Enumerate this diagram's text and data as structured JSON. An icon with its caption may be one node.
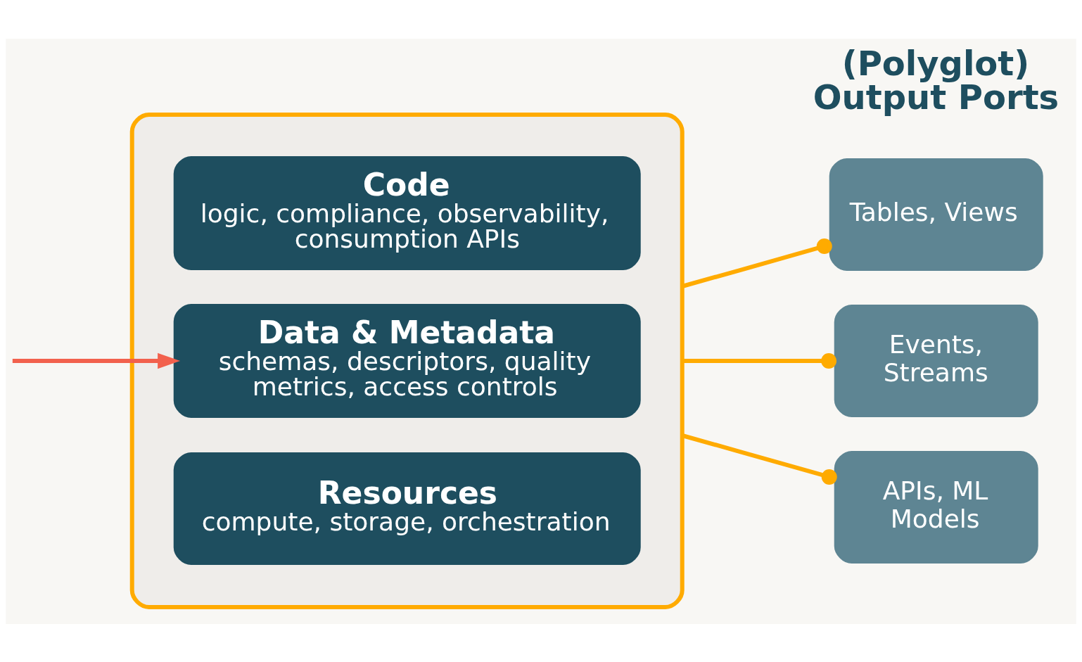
{
  "diagram": {
    "nodes": [
      {
        "text": [],
        "shape": "box"
      },
      {
        "text": [
          "Code",
          "logic, compliance, observability, consumption APIs"
        ],
        "in": 0
      },
      {
        "text": [
          "Data & Metadata",
          "schemas, descriptors, quality metrics, access controls"
        ],
        "in": 0
      },
      {
        "text": [
          "Resources",
          "compute, storage, orchestration"
        ],
        "in": 0
      },
      {
        "text": [
          "Tables, Views"
        ]
      },
      {
        "text": [
          "Events, Streams"
        ]
      },
      {
        "text": [
          "APIs, ML Models"
        ]
      }
    ],
    "edges": [
      {
        "from": null,
        "to": 2,
        "arrow": "to",
        "color": "#f2614d"
      },
      {
        "from": 0,
        "to": 4,
        "arrow": "other"
      },
      {
        "from": 0,
        "to": 5,
        "arrow": "other"
      },
      {
        "from": 0,
        "to": 6,
        "arrow": "other"
      }
    ],
    "labels": [
      "(Polyglot) Output Ports"
    ]
  }
}
